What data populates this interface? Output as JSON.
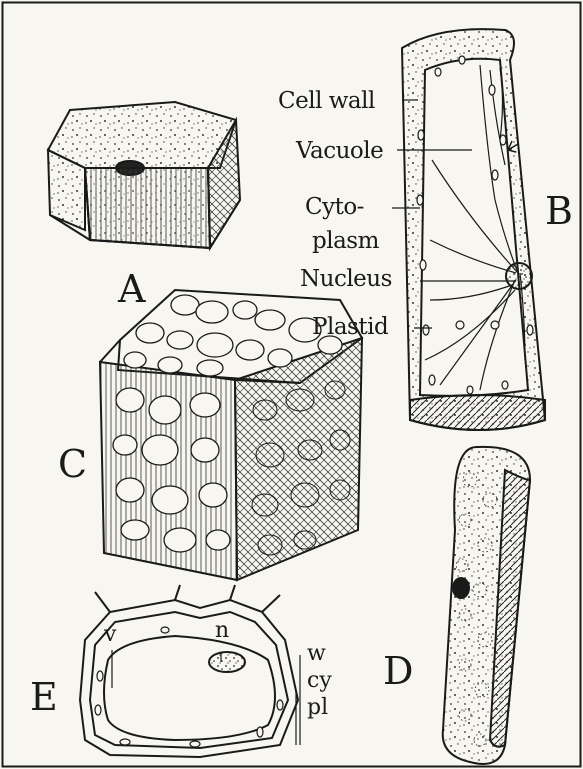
{
  "figure": {
    "panel_labels": {
      "A": "A",
      "B": "B",
      "C": "C",
      "D": "D",
      "E": "E"
    },
    "cell_b_labels": {
      "cell_wall": "Cell wall",
      "vacuole": "Vacuole",
      "cytoplasm_line1": "Cyto-",
      "cytoplasm_line2": "plasm",
      "nucleus": "Nucleus",
      "plastid": "Plastid"
    },
    "cell_e_labels": {
      "v": "v",
      "n": "n",
      "w": "w",
      "cy": "cy",
      "pl": "pl"
    },
    "colors": {
      "ink": "#1a1a1a",
      "paper": "#f7f6f0"
    }
  }
}
